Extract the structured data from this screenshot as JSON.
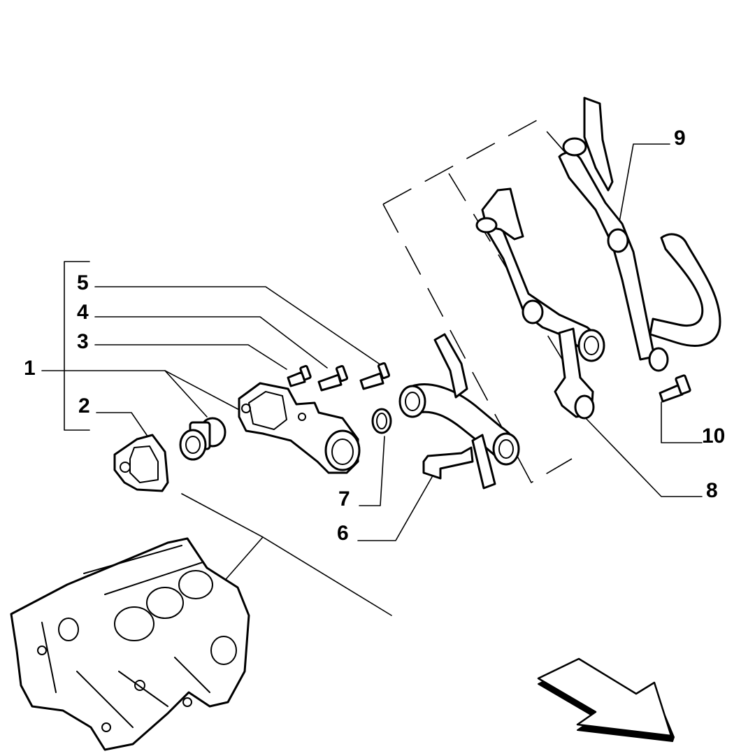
{
  "callouts": [
    {
      "id": "1",
      "label": "1"
    },
    {
      "id": "2",
      "label": "2"
    },
    {
      "id": "3",
      "label": "3"
    },
    {
      "id": "4",
      "label": "4"
    },
    {
      "id": "5",
      "label": "5"
    },
    {
      "id": "6",
      "label": "6"
    },
    {
      "id": "7",
      "label": "7"
    },
    {
      "id": "8",
      "label": "8"
    },
    {
      "id": "9",
      "label": "9"
    },
    {
      "id": "10",
      "label": "10"
    }
  ],
  "icons": {
    "direction_arrow": "arrow-down-right-icon",
    "engine_block": "engine-block-icon"
  },
  "colors": {
    "line": "#000000",
    "background": "#ffffff"
  }
}
